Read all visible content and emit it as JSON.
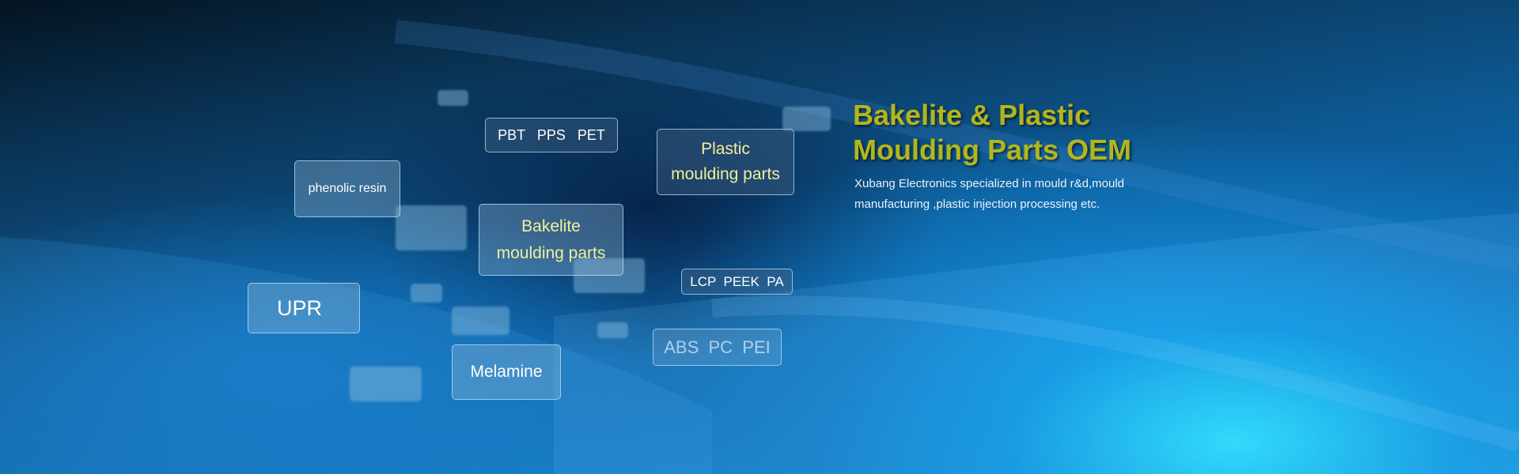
{
  "headline": {
    "line1": "Bakelite & Plastic",
    "line2": "Moulding Parts OEM"
  },
  "description": {
    "line1": "Xubang Electronics specialized in mould r&d,mould",
    "line2": "manufacturing ,plastic injection processing etc."
  },
  "tiles": {
    "pbt": "PBT   PPS   PET",
    "plastic_1": "Plastic",
    "plastic_2": "moulding parts",
    "phenolic": "phenolic resin",
    "bakelite_1": "Bakelite",
    "bakelite_2": "moulding parts",
    "lcp": "LCP  PEEK  PA",
    "upr": "UPR",
    "abs": "ABS  PC  PEI",
    "melamine": "Melamine"
  },
  "colors": {
    "headline": "#b3b61a",
    "tile_highlight": "#f1f09a"
  }
}
